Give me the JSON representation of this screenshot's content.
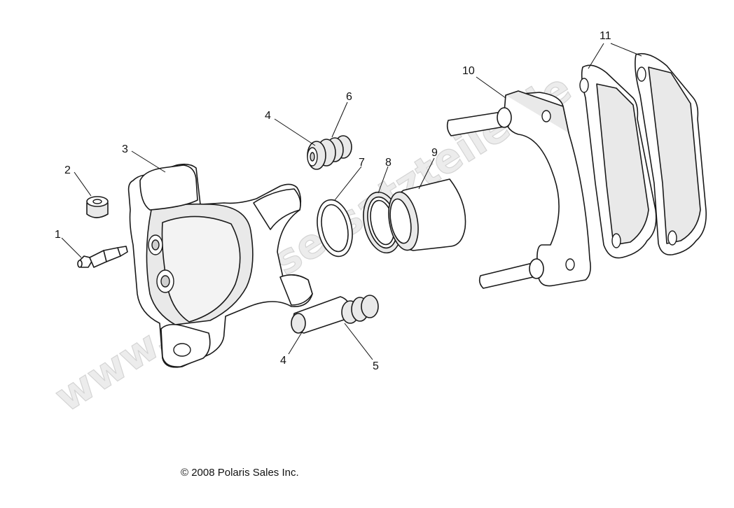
{
  "watermark": "www.polarisersatzteile.de",
  "copyright": "© 2008 Polaris Sales Inc.",
  "callouts": [
    {
      "id": "c1",
      "text": "1"
    },
    {
      "id": "c2",
      "text": "2"
    },
    {
      "id": "c3",
      "text": "3"
    },
    {
      "id": "c4a",
      "text": "4"
    },
    {
      "id": "c4b",
      "text": "4"
    },
    {
      "id": "c5",
      "text": "5"
    },
    {
      "id": "c6",
      "text": "6"
    },
    {
      "id": "c7",
      "text": "7"
    },
    {
      "id": "c8",
      "text": "8"
    },
    {
      "id": "c9",
      "text": "9"
    },
    {
      "id": "c10",
      "text": "10"
    },
    {
      "id": "c11",
      "text": "11"
    }
  ]
}
